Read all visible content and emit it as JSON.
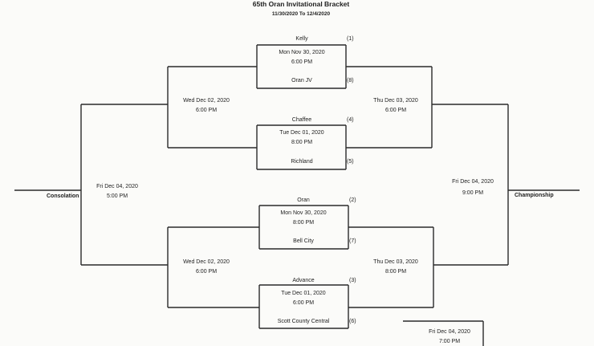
{
  "header": {
    "title": "65th Oran Invitational Bracket",
    "dates": "11/30/2020 To 12/4/2020"
  },
  "first_round": [
    {
      "team_top": "Kelly",
      "seed_top": "(1)",
      "date": "Mon Nov 30, 2020",
      "time": "6:00 PM",
      "team_bottom": "Oran JV",
      "seed_bottom": "(8)"
    },
    {
      "team_top": "Chaffee",
      "seed_top": "(4)",
      "date": "Tue Dec 01, 2020",
      "time": "8:00 PM",
      "team_bottom": "Richland",
      "seed_bottom": "(5)"
    },
    {
      "team_top": "Oran",
      "seed_top": "(2)",
      "date": "Mon Nov 30, 2020",
      "time": "8:00 PM",
      "team_bottom": "Bell City",
      "seed_bottom": "(7)"
    },
    {
      "team_top": "Advance",
      "seed_top": "(3)",
      "date": "Tue Dec 01, 2020",
      "time": "6:00 PM",
      "team_bottom": "Scott County Central",
      "seed_bottom": "(6)"
    }
  ],
  "consolation_semis": [
    {
      "date": "Wed Dec 02, 2020",
      "time": "6:00 PM"
    },
    {
      "date": "Wed Dec 02, 2020",
      "time": "6:00 PM"
    }
  ],
  "winner_semis": [
    {
      "date": "Thu Dec 03, 2020",
      "time": "6:00 PM"
    },
    {
      "date": "Thu Dec 03, 2020",
      "time": "8:00 PM"
    }
  ],
  "consolation_final": {
    "date": "Fri Dec 04, 2020",
    "time": "5:00 PM",
    "label": "Consolation"
  },
  "championship": {
    "date": "Fri Dec 04, 2020",
    "time": "9:00 PM",
    "label": "Championship"
  },
  "third_place": {
    "date": "Fri Dec 04, 2020",
    "time": "7:00 PM"
  }
}
